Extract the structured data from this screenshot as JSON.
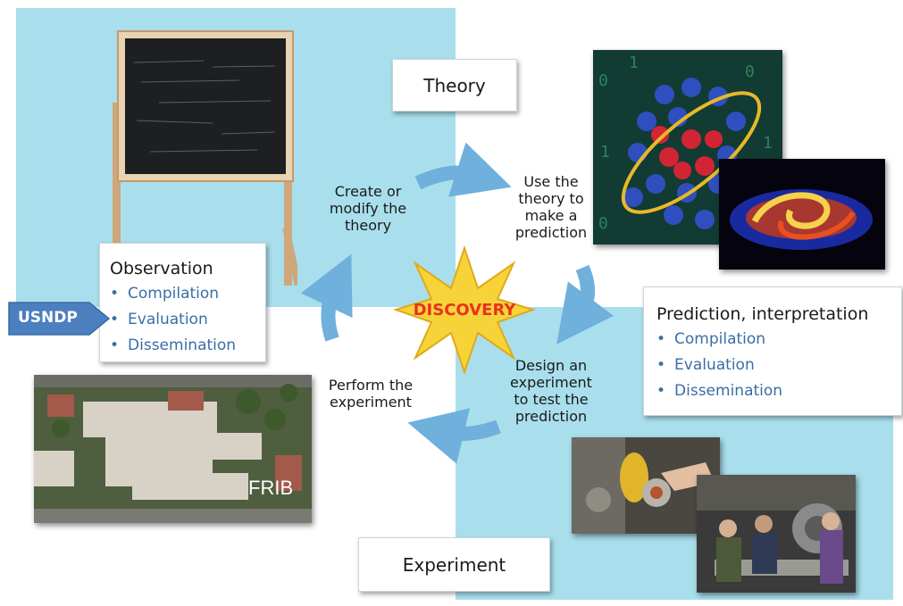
{
  "colors": {
    "quadrant": "#a9dfec",
    "arrow": "#6fb0dc",
    "list_text": "#3a6ea5",
    "discovery_text": "#e8321e",
    "star": "#f7d33a"
  },
  "theory": {
    "title": "Theory"
  },
  "experiment": {
    "title": "Experiment"
  },
  "observation": {
    "title": "Observation",
    "items": [
      "Compilation",
      "Evaluation",
      "Dissemination"
    ]
  },
  "prediction": {
    "title": "Prediction, interpretation",
    "items": [
      "Compilation",
      "Evaluation",
      "Dissemination"
    ]
  },
  "usndp": {
    "label": "USNDP"
  },
  "discovery": {
    "label": "DISCOVERY"
  },
  "steps": {
    "create": [
      "Create or",
      "modify the",
      "theory"
    ],
    "use": [
      "Use the",
      "theory to",
      "make a",
      "prediction"
    ],
    "design": [
      "Design an",
      "experiment",
      "to test the",
      "prediction"
    ],
    "perform": [
      "Perform the",
      "experiment"
    ]
  },
  "frib": {
    "label": "FRIB"
  },
  "icons": [
    "blackboard-image",
    "nucleus-image",
    "spiral-simulation-image",
    "frib-aerial-image",
    "lab-equipment-image",
    "lab-team-image",
    "cycle-arrow"
  ]
}
